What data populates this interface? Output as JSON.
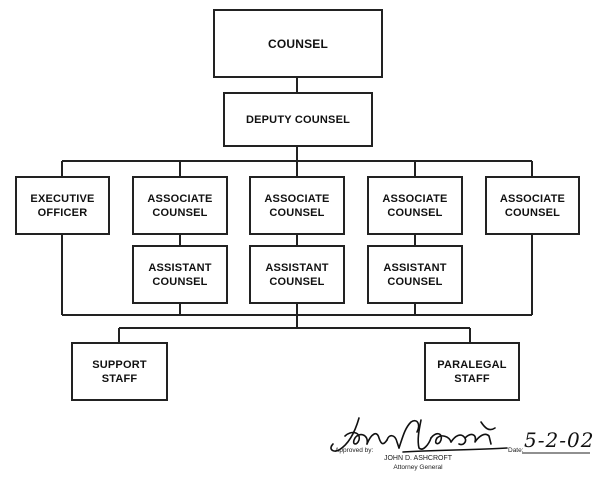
{
  "org_chart": {
    "counsel": [
      "COUNSEL"
    ],
    "deputy": [
      "DEPUTY COUNSEL"
    ],
    "executive_officer": [
      "EXECUTIVE",
      "OFFICER"
    ],
    "associate_counsel_1": [
      "ASSOCIATE",
      "COUNSEL"
    ],
    "associate_counsel_2": [
      "ASSOCIATE",
      "COUNSEL"
    ],
    "associate_counsel_3": [
      "ASSOCIATE",
      "COUNSEL"
    ],
    "associate_counsel_4": [
      "ASSOCIATE",
      "COUNSEL"
    ],
    "assistant_counsel_1": [
      "ASSISTANT",
      "COUNSEL"
    ],
    "assistant_counsel_2": [
      "ASSISTANT",
      "COUNSEL"
    ],
    "assistant_counsel_3": [
      "ASSISTANT",
      "COUNSEL"
    ],
    "support_staff": [
      "SUPPORT",
      "STAFF"
    ],
    "paralegal_staff": [
      "PARALEGAL",
      "STAFF"
    ]
  },
  "approval": {
    "approved_by_label": "Approved by:",
    "signer_name": "JOHN D. ASHCROFT",
    "signer_title": "Attorney General",
    "signature_text": "John Ashcroft",
    "date_label": "Date:",
    "date_value": "5-2-02"
  }
}
